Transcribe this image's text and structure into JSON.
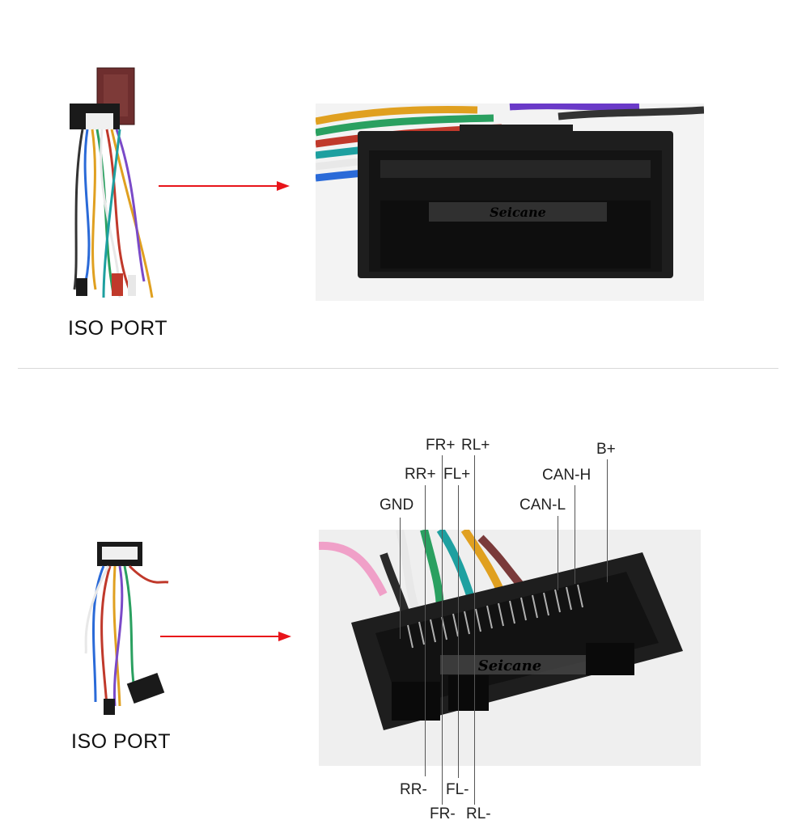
{
  "sections": [
    {
      "port_label": "ISO PORT",
      "watermark": "Seicane"
    },
    {
      "port_label": "ISO PORT",
      "watermark": "Seicane",
      "pins_top": {
        "fr_plus": "FR+",
        "rl_plus": "RL+",
        "rr_plus": "RR+",
        "fl_plus": "FL+",
        "gnd": "GND",
        "b_plus": "B+",
        "can_h": "CAN-H",
        "can_l": "CAN-L"
      },
      "pins_bottom": {
        "rr_minus": "RR-",
        "fl_minus": "FL-",
        "fr_minus": "FR-",
        "rl_minus": "RL-"
      }
    }
  ],
  "colors": {
    "arrow": "#e8141a",
    "connector": "#1e1e1e",
    "divider": "#d8d8d8"
  }
}
